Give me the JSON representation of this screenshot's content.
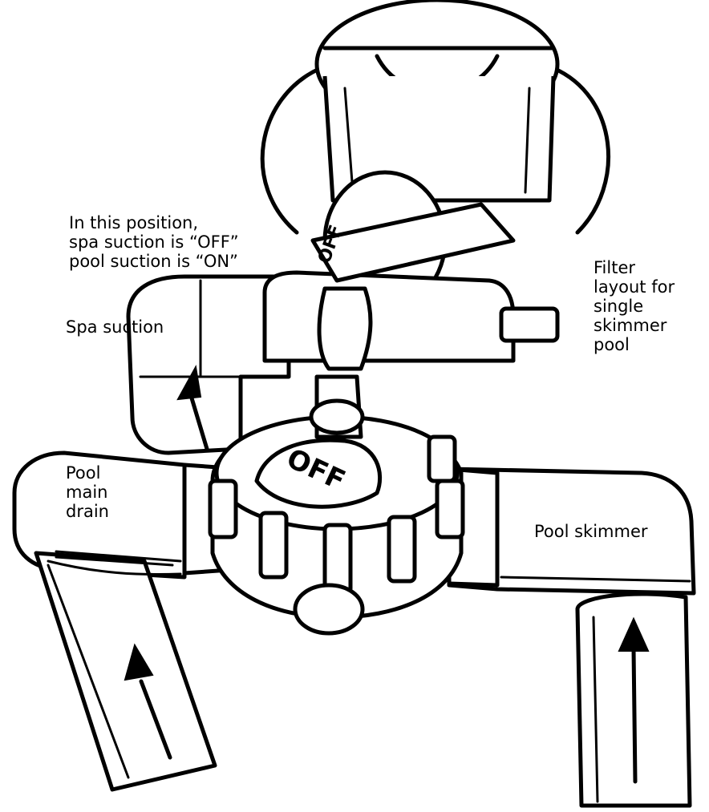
{
  "labels": {
    "position_note": [
      "In this position,",
      "spa suction is “OFF”",
      "pool suction is “ON”"
    ],
    "spa_suction": "Spa suction",
    "filter_layout": [
      "Filter",
      "layout for",
      "single",
      "skimmer",
      "pool"
    ],
    "pool_main_drain": [
      "Pool",
      "main",
      "drain"
    ],
    "pool_skimmer": "Pool skimmer"
  },
  "valve_markings": {
    "top_handle": "OFF",
    "bottom_handle": "OFF"
  },
  "colors": {
    "ink": "#000000",
    "paper": "#ffffff"
  }
}
